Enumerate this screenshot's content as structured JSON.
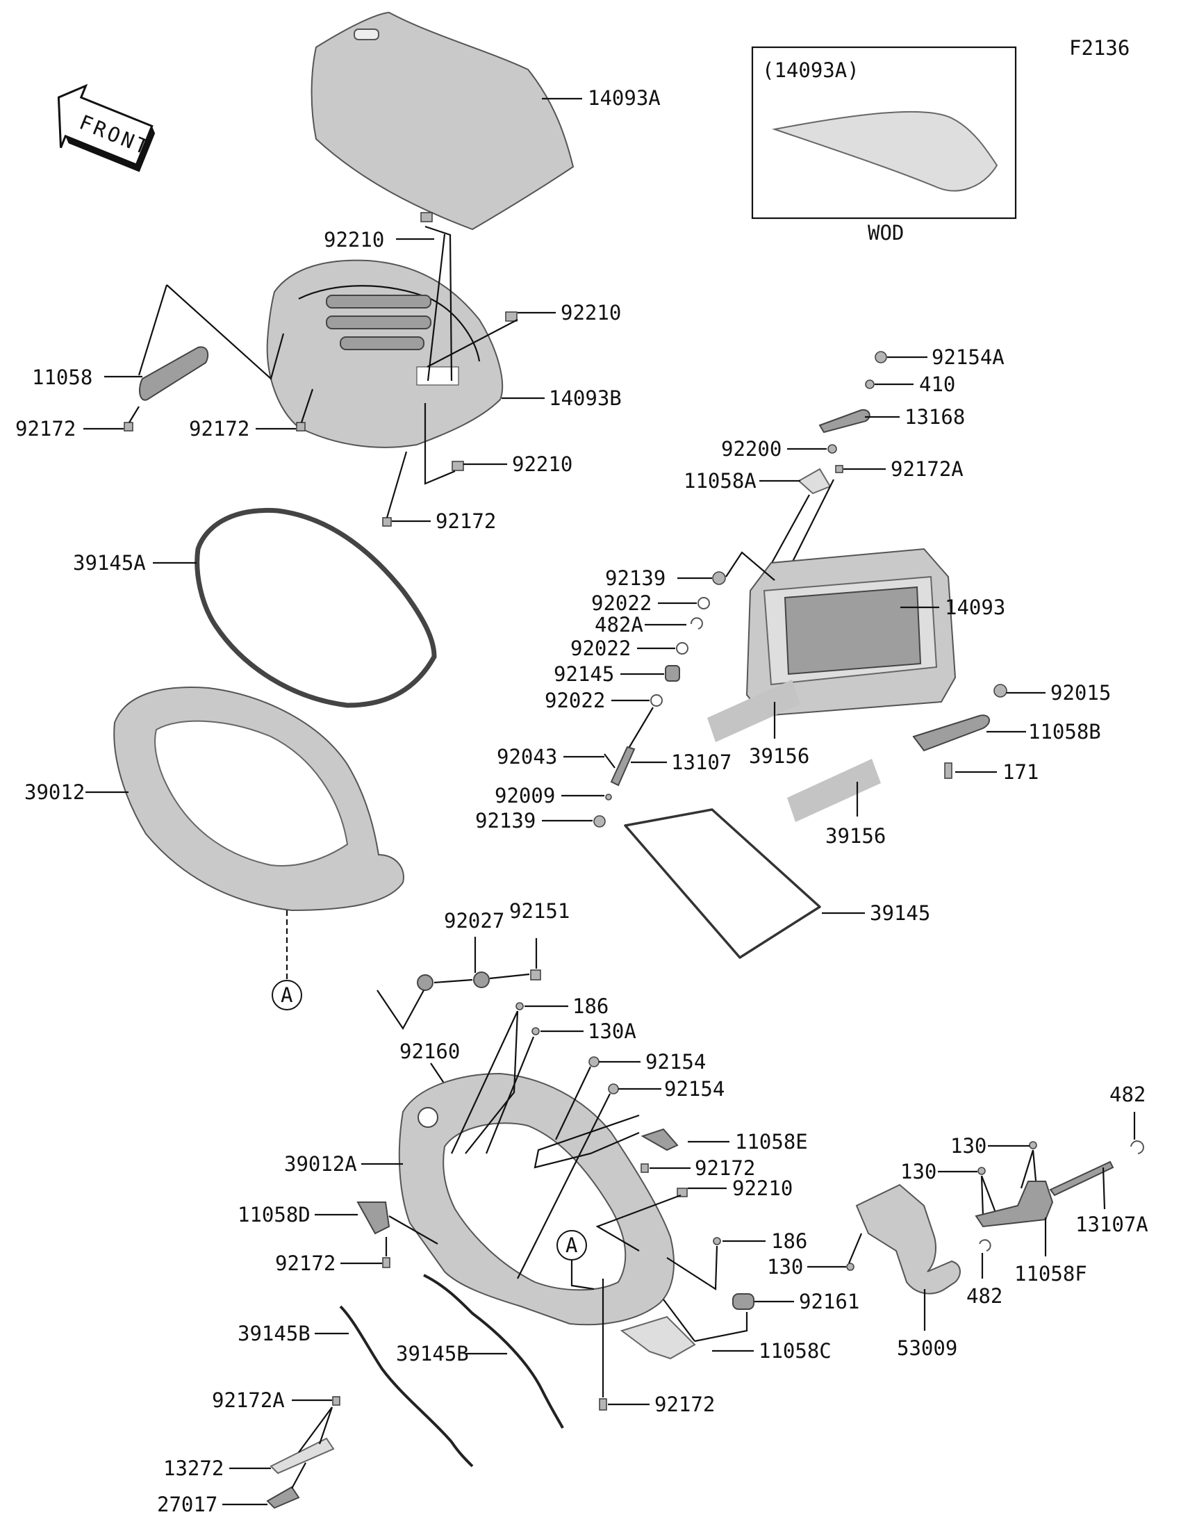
{
  "diagram_id": "F2136",
  "front_label": "FRONT",
  "inset": {
    "title": "(14093A)",
    "caption": "WOD"
  },
  "ref_marker": "A",
  "labels": {
    "p14093A": "14093A",
    "p92210_a": "92210",
    "p92210_b": "92210",
    "p92210_c": "92210",
    "p92210_d": "92210",
    "p11058": "11058",
    "p92172_a": "92172",
    "p92172_b": "92172",
    "p92172_c": "92172",
    "p92172_d": "92172",
    "p92172_e": "92172",
    "p92172_f": "92172",
    "p14093B": "14093B",
    "p39145A": "39145A",
    "p39012": "39012",
    "p92154A": "92154A",
    "p410": "410",
    "p13168": "13168",
    "p92200": "92200",
    "p11058A": "11058A",
    "p92172A_a": "92172A",
    "p92172A_b": "92172A",
    "p92139_a": "92139",
    "p92139_b": "92139",
    "p14093": "14093",
    "p92022_a": "92022",
    "p92022_b": "92022",
    "p92022_c": "92022",
    "p482A": "482A",
    "p92145": "92145",
    "p92015": "92015",
    "p11058B": "11058B",
    "p39156_a": "39156",
    "p39156_b": "39156",
    "p92043": "92043",
    "p13107": "13107",
    "p92009": "92009",
    "p171": "171",
    "p39145": "39145",
    "p92027": "92027",
    "p92151": "92151",
    "p186_a": "186",
    "p186_b": "186",
    "p130A": "130A",
    "p92160": "92160",
    "p92154_a": "92154",
    "p92154_b": "92154",
    "p11058E": "11058E",
    "p39012A": "39012A",
    "p11058D": "11058D",
    "p482_a": "482",
    "p482_b": "482",
    "p130_a": "130",
    "p130_b": "130",
    "p130_c": "130",
    "p13107A": "13107A",
    "p11058F": "11058F",
    "p92161": "92161",
    "p39145B_a": "39145B",
    "p39145B_b": "39145B",
    "p11058C": "11058C",
    "p53009": "53009",
    "p13272": "13272",
    "p27017": "27017"
  }
}
